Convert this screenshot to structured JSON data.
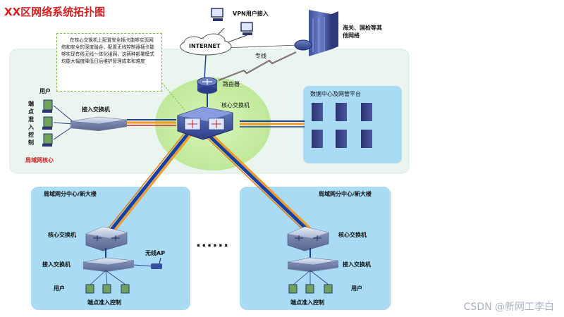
{
  "title": "XX区网络系统拓扑图",
  "note_text": "在核心交换机上配置安全插卡能够实现网络和安全的深度融合，配置无线控制器插卡能够实现有线无线一体化组网，这两种部署模式均能大幅度降低日后维护管理成本和难度",
  "internet": {
    "cloud_label": "INTERNET",
    "vpn_users_label": "VPN用户接入",
    "leased_line_label": "专线",
    "external_label": "海关、国检等其他网络",
    "router_label": "路由器"
  },
  "core_area": {
    "core_switch_label": "核心交换机",
    "access_switch_label": "接入交换机",
    "users_label": "用户",
    "endpoint_control_label": "端点准入控制",
    "lan_core_label": "局域网核心",
    "datacenter_label": "数据中心及网管平台"
  },
  "branches": [
    {
      "title": "局域网分中心/新大楼",
      "core_switch_label": "核心交换机",
      "access_switch_label": "接入交换机",
      "wireless_ap_label": "无线AP",
      "users_label": "用户",
      "endpoint_control_label": "端点准入控制"
    },
    {
      "title": "局域网分中心/新大楼",
      "core_switch_label": "核心交换机",
      "access_switch_label": "接入交换机",
      "users_label": "用户",
      "endpoint_control_label": "端点准入控制"
    }
  ],
  "ellipsis": "......",
  "watermark": "CSDN @新网工李白",
  "colors": {
    "title": "#d81e1e",
    "zone_bg": "#e9f4ee",
    "branch_bg": "#a9dbf5",
    "core_glow": "#c9efa8",
    "link_orange": "#f29b22",
    "link_blue": "#1b3f9e",
    "datacenter_bg": "#a9dbf5"
  },
  "icons": [
    "router-icon",
    "switch-icon",
    "server-icon",
    "pc-icon",
    "cloud-icon",
    "wireless-ap-icon",
    "building-icon",
    "lightning-icon"
  ]
}
